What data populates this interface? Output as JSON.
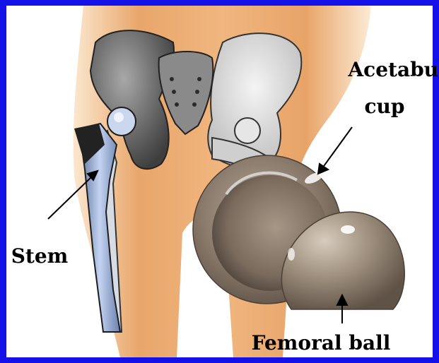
{
  "labels": {
    "acetabular_line1": "Acetabular",
    "acetabular_line2": "cup",
    "stem": "Stem",
    "femoral_ball": "Femoral ball"
  },
  "colors": {
    "border": "#1410e8",
    "panel": "#ffffff",
    "skin": "#e7a86f",
    "bone_dark": "#6f6f6f",
    "bone_light": "#d9d9d9",
    "implant_blue": "#9fb6e3",
    "cup_brown": "#8d7e70",
    "ball_brown": "#9a8c7c"
  }
}
